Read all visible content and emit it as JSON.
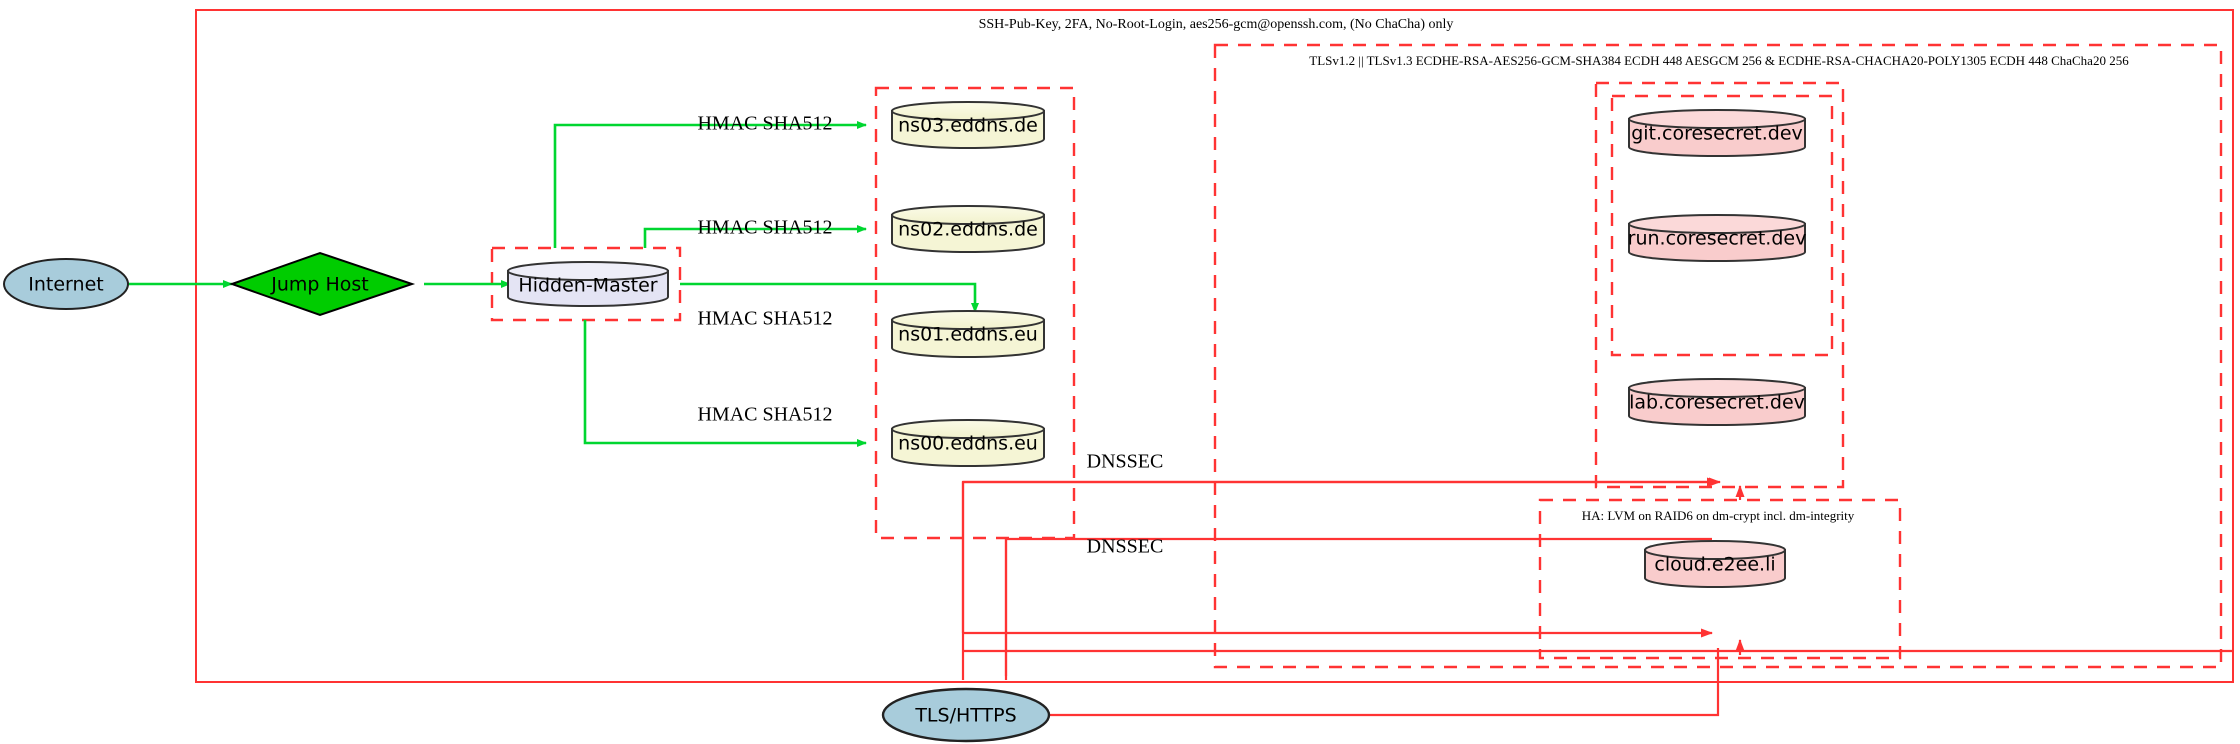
{
  "diagram": {
    "title_top": "SSH-Pub-Key, 2FA, No-Root-Login, aes256-gcm@openssh.com, (No ChaCha) only",
    "colors": {
      "cluster_border": "#ff2222",
      "edge_green": "#00d630",
      "edge_red": "#ff3333",
      "dns_fill": "#f5f5d5",
      "app_fill": "#f9cccc",
      "master_fill": "#e4e4f4",
      "internet_fill": "#a8ccdb",
      "jumphost_fill": "#00cc00",
      "node_stroke": "#333333"
    }
  },
  "clusters": {
    "ssh_zone": {
      "label": "SSH-Pub-Key, 2FA, No-Root-Login, aes256-gcm@openssh.com, (No ChaCha) only"
    },
    "tls_zone": {
      "label": "TLSv1.2 || TLSv1.3 ECDHE-RSA-AES256-GCM-SHA384 ECDH 448 AESGCM 256 & ECDHE-RSA-CHACHA20-POLY1305 ECDH 448 ChaCha20 256"
    },
    "ha_zone": {
      "label": "HA: LVM on RAID6 on dm-crypt incl. dm-integrity"
    },
    "master_zone": {
      "label": ""
    },
    "dns_zone": {
      "label": ""
    },
    "app_zone": {
      "label": ""
    },
    "app_inner_zone": {
      "label": ""
    }
  },
  "nodes": {
    "internet": {
      "label": "Internet",
      "shape": "ellipse"
    },
    "jump_host": {
      "label": "Jump Host",
      "shape": "diamond"
    },
    "hidden_master": {
      "label": "Hidden-Master",
      "shape": "cylinder"
    },
    "ns03": {
      "label": "ns03.eddns.de",
      "shape": "cylinder"
    },
    "ns02": {
      "label": "ns02.eddns.de",
      "shape": "cylinder"
    },
    "ns01": {
      "label": "ns01.eddns.eu",
      "shape": "cylinder"
    },
    "ns00": {
      "label": "ns00.eddns.eu",
      "shape": "cylinder"
    },
    "git": {
      "label": "git.coresecret.dev",
      "shape": "cylinder"
    },
    "run": {
      "label": "run.coresecret.dev",
      "shape": "cylinder"
    },
    "lab": {
      "label": "lab.coresecret.dev",
      "shape": "cylinder"
    },
    "cloud": {
      "label": "cloud.e2ee.li",
      "shape": "cylinder"
    },
    "tls_https": {
      "label": "TLS/HTTPS",
      "shape": "ellipse"
    }
  },
  "edge_labels": {
    "hmac_ns03": "HMAC SHA512",
    "hmac_ns02": "HMAC SHA512",
    "hmac_ns01": "HMAC SHA512",
    "hmac_ns00": "HMAC SHA512",
    "dnssec_upper": "DNSSEC",
    "dnssec_lower": "DNSSEC"
  }
}
